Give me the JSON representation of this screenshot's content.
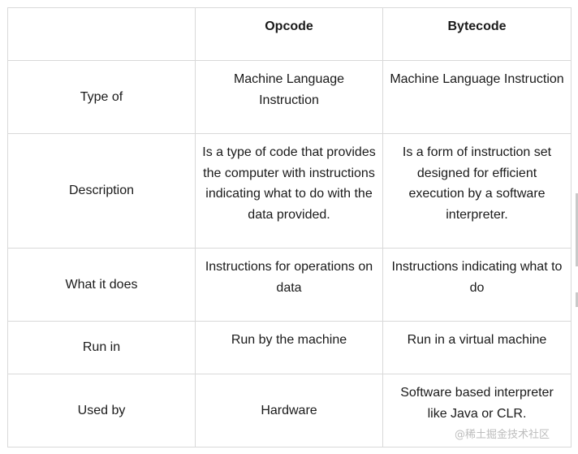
{
  "table": {
    "header": {
      "empty": "",
      "opcode": "Opcode",
      "bytecode": "Bytecode"
    },
    "rows": [
      {
        "label": "Type of",
        "opcode": "Machine Language Instruction",
        "bytecode": "Machine Language Instruction"
      },
      {
        "label": "Description",
        "opcode": "Is a type of code that provides the computer with instructions indicating what to do with the data provided.",
        "bytecode": "Is a form of instruction set designed for efficient execution by a software interpreter."
      },
      {
        "label": "What it does",
        "opcode": "Instructions for operations on data",
        "bytecode": "Instructions indicating what to do"
      },
      {
        "label": "Run in",
        "opcode": "Run by the machine",
        "bytecode": "Run in a virtual machine"
      },
      {
        "label": "Used by",
        "opcode": "Hardware",
        "bytecode": "Software based interpreter like Java or CLR."
      }
    ]
  },
  "watermark": "@稀土掘金技术社区",
  "colors": {
    "border": "#d9d9d9",
    "text": "#1a1a1a",
    "watermark": "#bdbdbd"
  }
}
